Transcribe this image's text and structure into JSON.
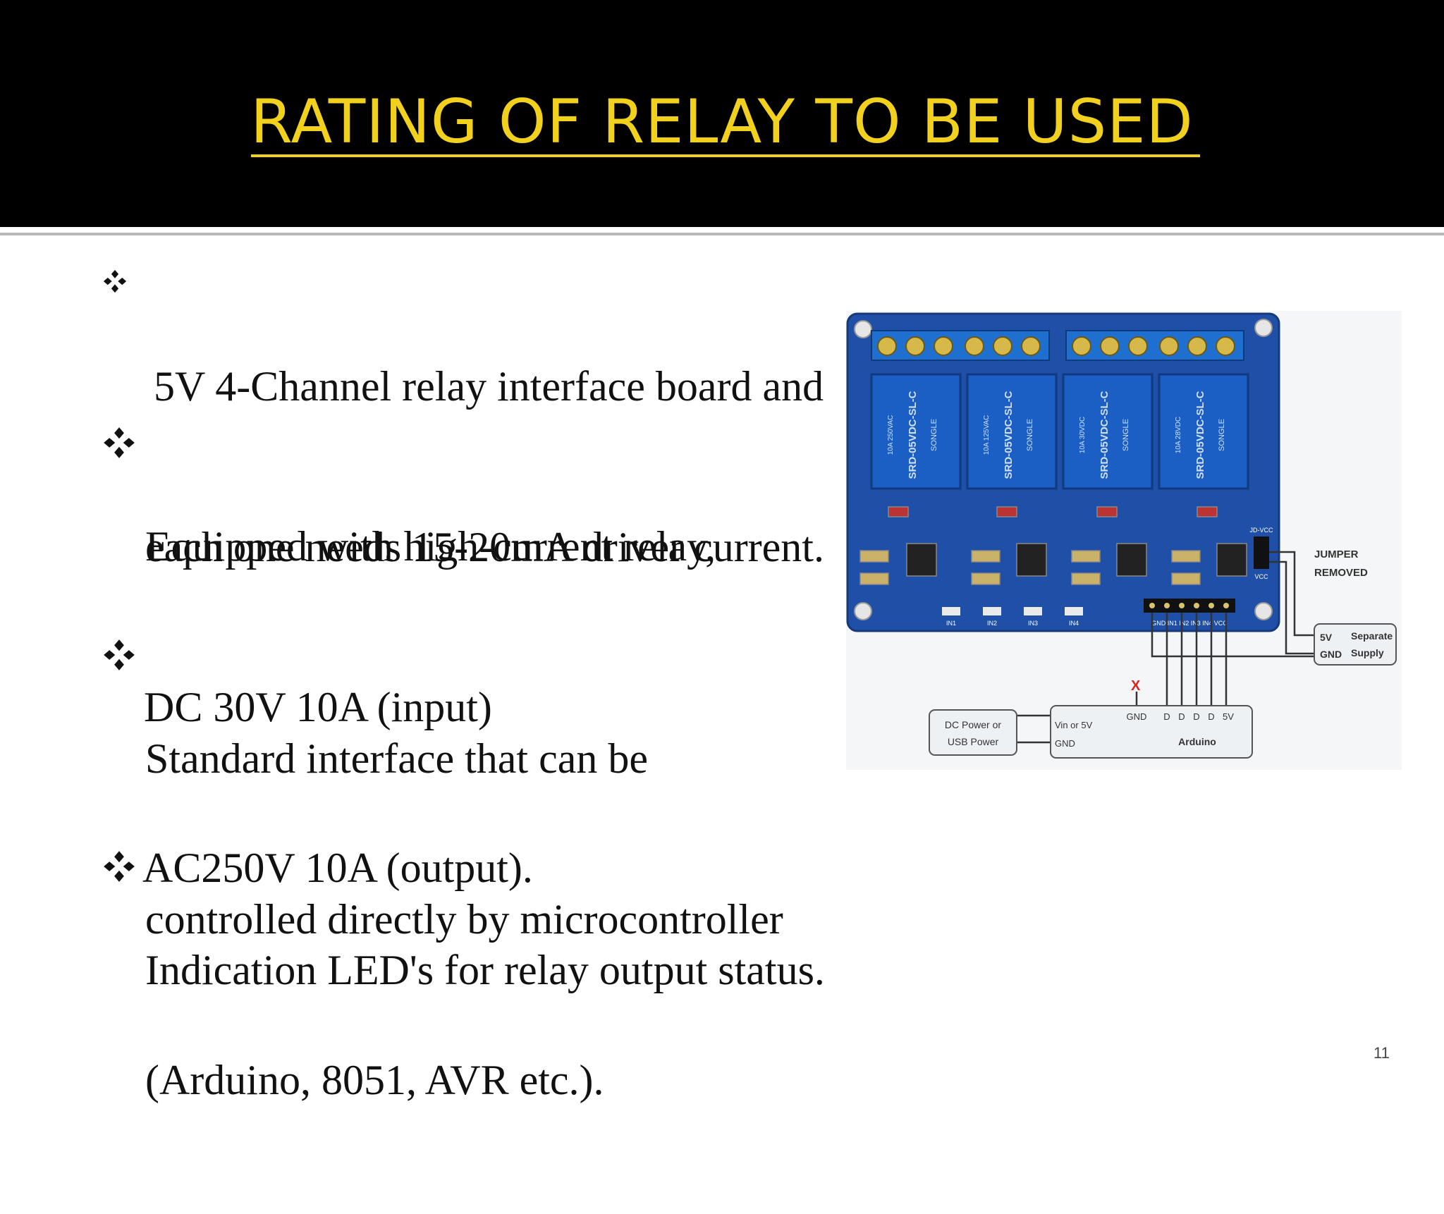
{
  "slide": {
    "title": "RATING OF RELAY TO BE USED",
    "page_number": "11",
    "bullet_icon": "diamond-bullet-icon",
    "bullets": [
      {
        "lines": [
          "5V 4-Channel relay interface board and",
          "each one needs 15-20mA driver current."
        ]
      },
      {
        "lines": [
          "Equipped with high-current relay,",
          "DC 30V 10A (input)",
          "AC250V 10A (output)."
        ]
      },
      {
        "lines": [
          "Standard interface that can be",
          "controlled directly by microcontroller",
          "(Arduino, 8051, AVR etc.)."
        ]
      },
      {
        "lines": [
          "Indication LED's for relay output status."
        ]
      }
    ]
  },
  "diagram": {
    "relay_labels": [
      "SRD-05VDC-SL-C",
      "SRD-05VDC-SL-C",
      "SRD-05VDC-SL-C",
      "SRD-05VDC-SL-C"
    ],
    "relay_brand": "SONGLE",
    "relay_ratings": [
      "10A 250VAC",
      "10A 125VAC",
      "10A 30VDC",
      "10A 28VDC"
    ],
    "led_labels": [
      "IN1",
      "IN2",
      "IN3",
      "IN4"
    ],
    "header_pins": "GND IN1 IN2 IN3 IN4 VCC",
    "jd_vcc_label": "JD-VCC",
    "vcc_label": "VCC",
    "jumper_label_1": "JUMPER",
    "jumper_label_2": "REMOVED",
    "separate_supply_5v": "5V",
    "separate_supply_gnd": "GND",
    "separate_supply_label_1": "Separate",
    "separate_supply_label_2": "Supply",
    "dc_power_1": "DC Power or",
    "dc_power_2": "USB Power",
    "arduino_vin": "Vin or 5V",
    "arduino_gnd": "GND",
    "arduino_pins": [
      "GND",
      "D",
      "D",
      "D",
      "D",
      "5V"
    ],
    "arduino_label": "Arduino",
    "x_mark": "X",
    "colors": {
      "board": "#1f4fa6",
      "relay": "#1c5fc4",
      "terminal": "#1e6fd0",
      "wire": "#333333",
      "x_mark": "#e02020"
    }
  }
}
